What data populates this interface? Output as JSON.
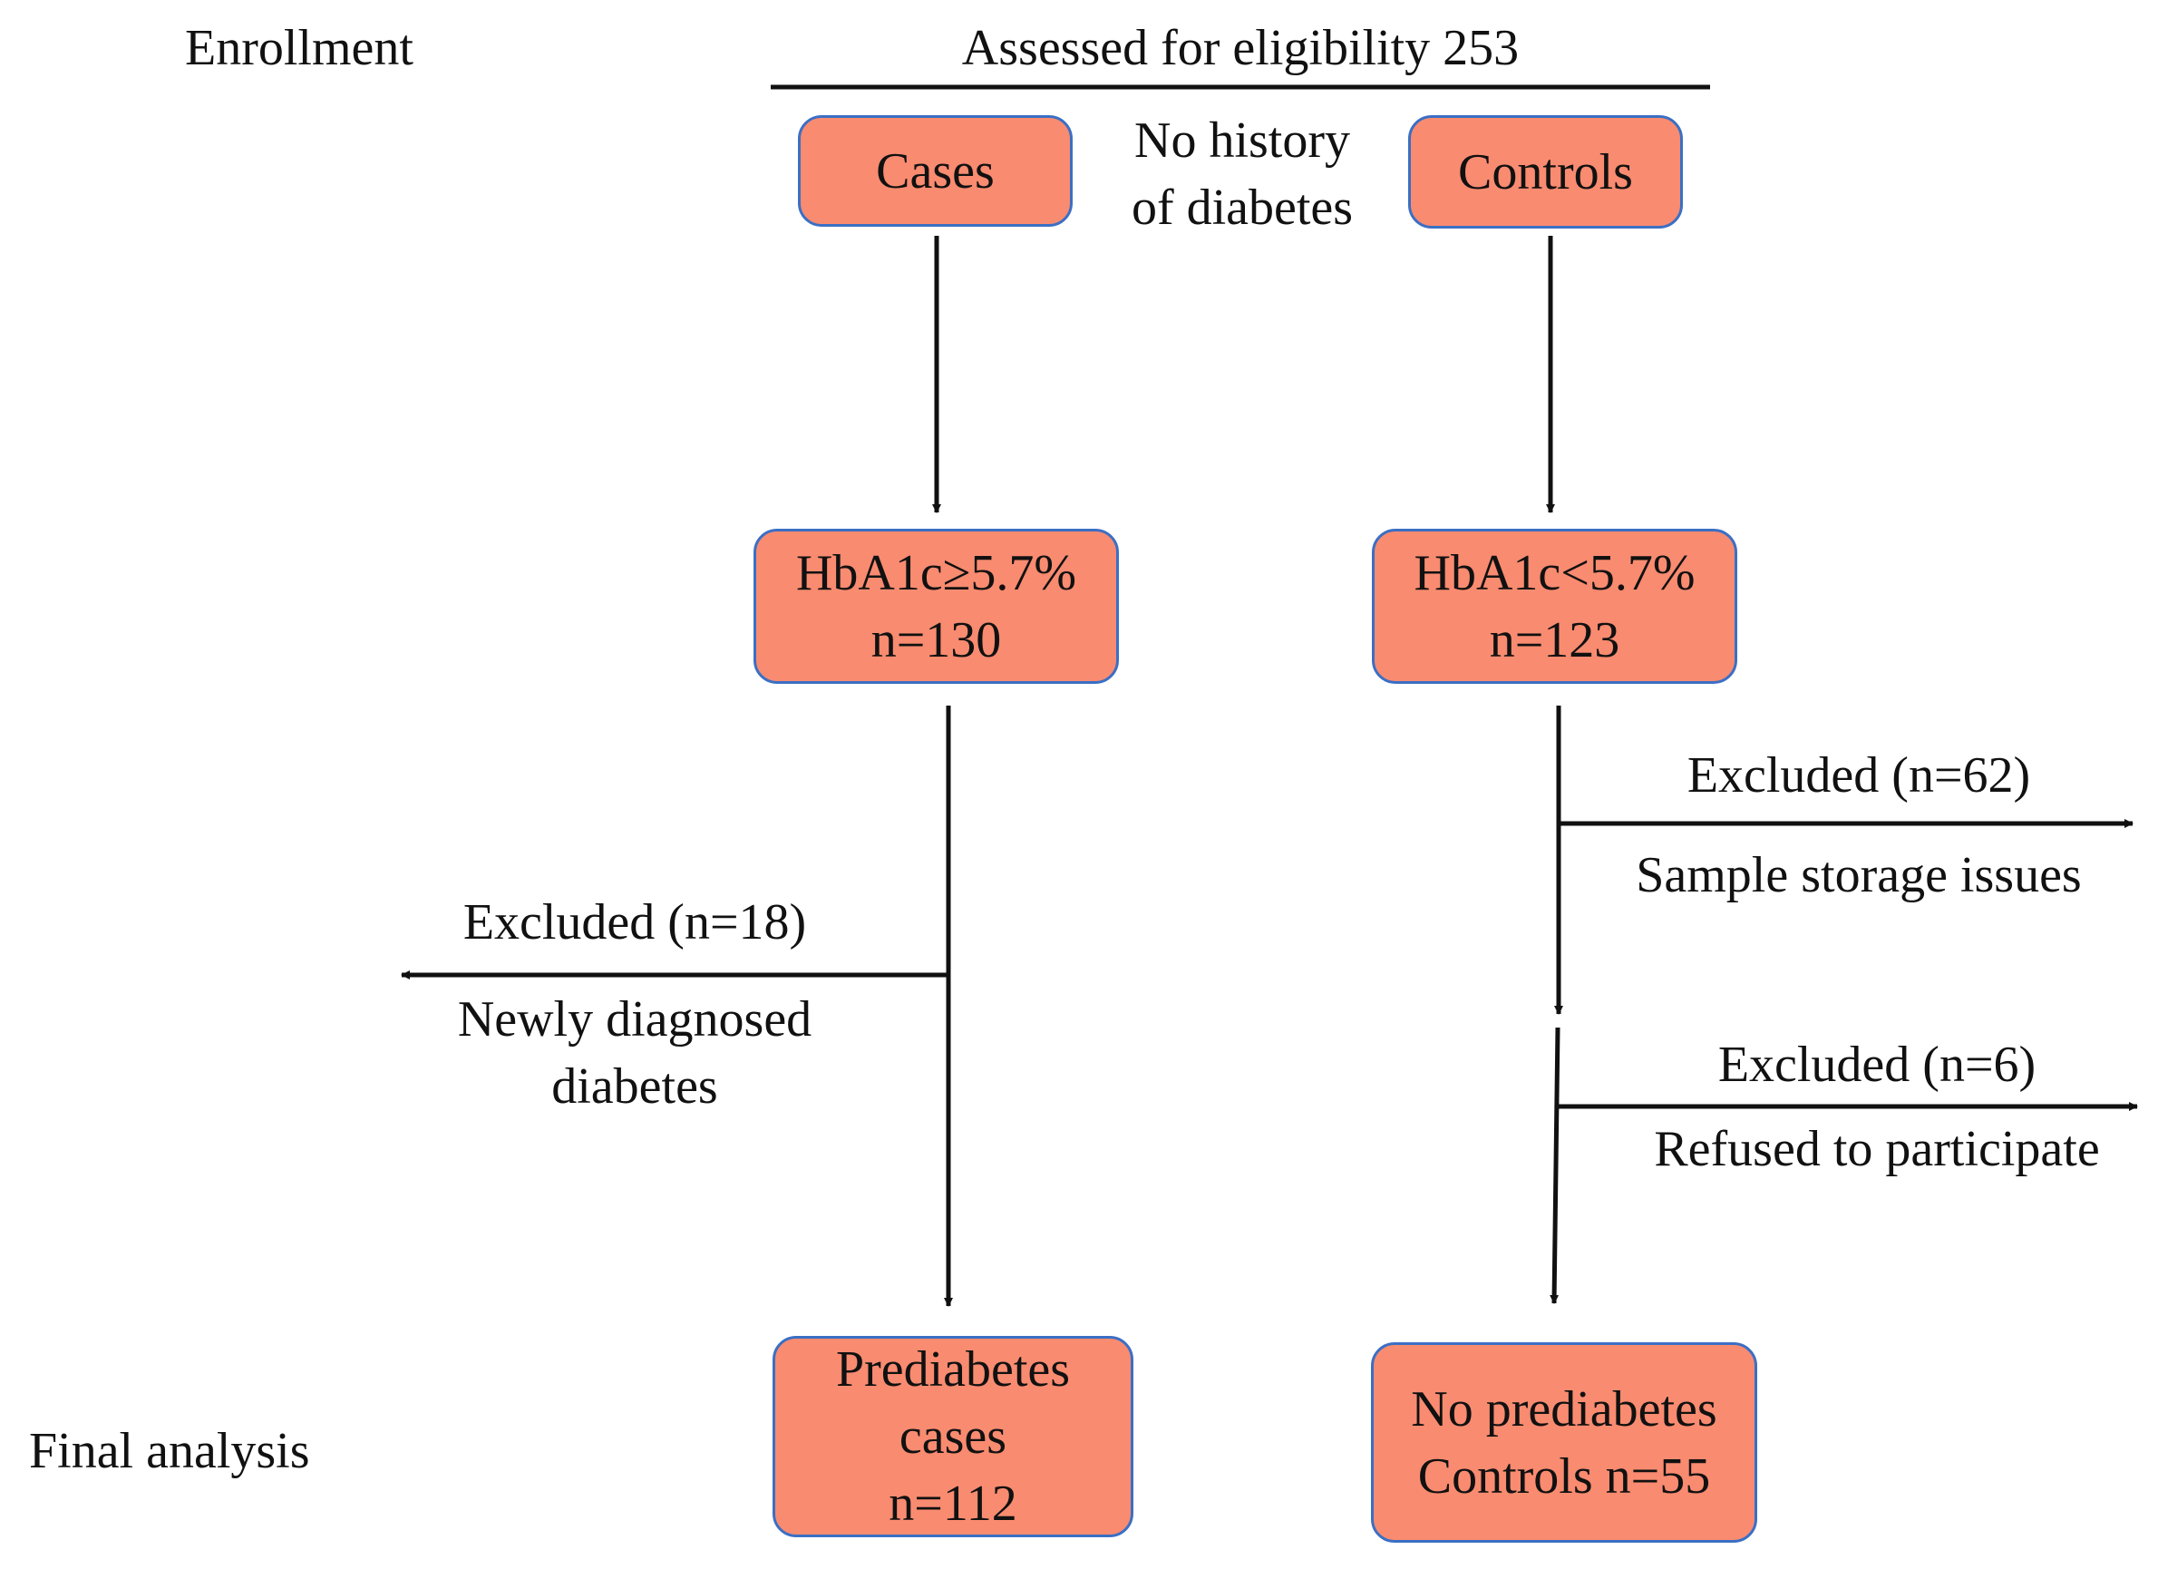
{
  "labels": {
    "enrollment": "Enrollment",
    "final_analysis": "Final analysis",
    "assessed": "Assessed for eligibility 253",
    "no_history_line1": "No history",
    "no_history_line2": "of diabetes"
  },
  "boxes": {
    "cases": "Cases",
    "controls": "Controls",
    "hba1c_high_line1": "HbA1c≥5.7%",
    "hba1c_high_line2": "n=130",
    "hba1c_low_line1": "HbA1c<5.7%",
    "hba1c_low_line2": "n=123",
    "prediabetes_line1": "Prediabetes",
    "prediabetes_line2": "cases",
    "prediabetes_line3": "n=112",
    "no_prediabetes_line1": "No prediabetes",
    "no_prediabetes_line2": "Controls n=55"
  },
  "exclusions": {
    "cases_excluded": "Excluded (n=18)",
    "cases_reason_line1": "Newly diagnosed",
    "cases_reason_line2": "diabetes",
    "controls_excluded_1": "Excluded (n=62)",
    "controls_reason_1": "Sample storage issues",
    "controls_excluded_2": "Excluded (n=6)",
    "controls_reason_2": "Refused to participate"
  },
  "colors": {
    "box_fill": "#f98b70",
    "box_border": "#3b6fc4",
    "line": "#111111"
  }
}
